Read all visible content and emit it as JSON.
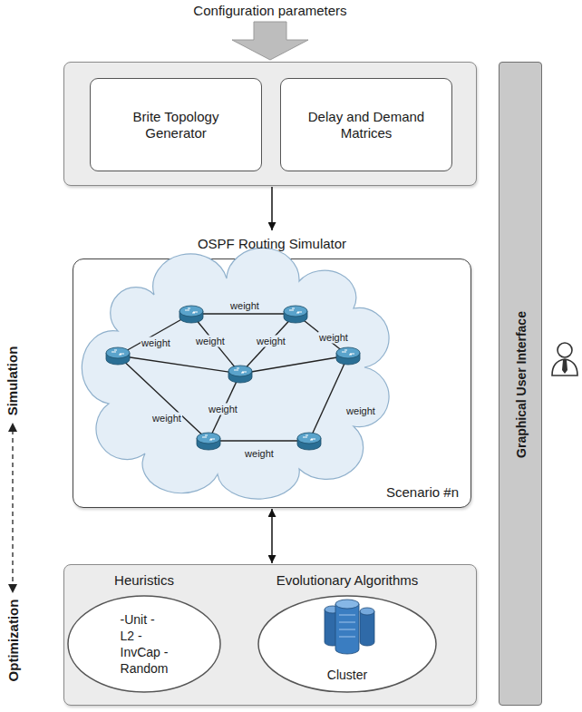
{
  "diagram": {
    "nodes": [
      {
        "text": [
          "Configuration parameters"
        ]
      },
      {
        "text": [
          "Brite Topology Generator"
        ],
        "in": 0
      },
      {
        "text": [
          "Delay and Demand Matrices"
        ],
        "in": 0
      },
      {
        "text": [
          "OSPF Routing Simulator",
          "Scenario #n",
          "Simulation"
        ]
      },
      {
        "text": [
          "Optimization"
        ]
      },
      {
        "text": [
          "Heuristics",
          "-Unit -L2 -InvCap -Random"
        ],
        "in": 4
      },
      {
        "text": [
          "Evolutionary Algorithms",
          "Cluster"
        ],
        "in": 4
      },
      {
        "text": [
          "Graphical User Interface"
        ]
      }
    ],
    "edges": [
      {
        "from": 0,
        "to": 3,
        "arrow": "to"
      },
      {
        "from": 3,
        "to": 4,
        "arrow": "both"
      }
    ],
    "labels": [
      "weight",
      "weight",
      "weight",
      "weight",
      "weight",
      "weight",
      "weight",
      "weight",
      "weight"
    ]
  }
}
